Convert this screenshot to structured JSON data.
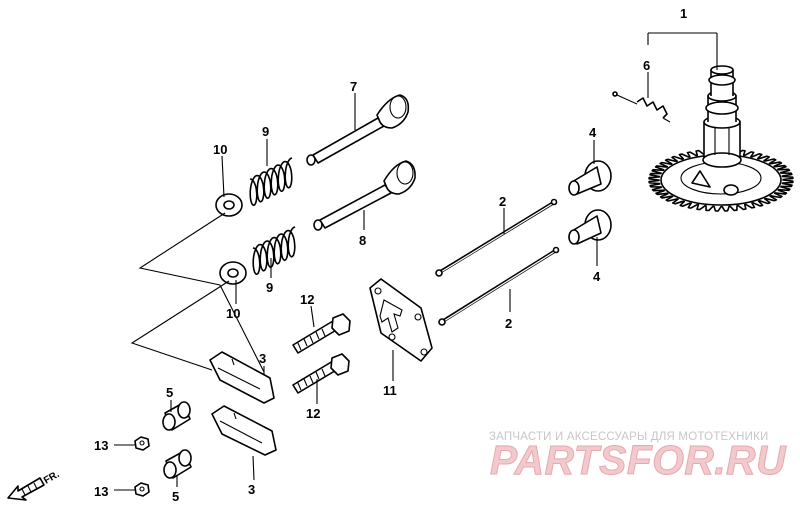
{
  "diagram": {
    "callouts": {
      "c1": "1",
      "c6": "6",
      "c7": "7",
      "c9a": "9",
      "c10a": "10",
      "c4a": "4",
      "c4b": "4",
      "c8": "8",
      "c2a": "2",
      "c2b": "2",
      "c9b": "9",
      "c10b": "10",
      "c12a": "12",
      "c12b": "12",
      "c11": "11",
      "c3a": "3",
      "c3b": "3",
      "c5a": "5",
      "c5b": "5",
      "c13a": "13",
      "c13b": "13"
    },
    "front_label": "FR."
  },
  "watermark": {
    "tagline": "ЗАПЧАСТИ И АКСЕССУАРЫ ДЛЯ МОТОТЕХНИКИ",
    "logo": "PARTSFOR.RU"
  },
  "colors": {
    "line": "#000000",
    "background": "#ffffff",
    "watermark_logo": "#f2c9cc",
    "watermark_text": "#c7c7c7"
  }
}
